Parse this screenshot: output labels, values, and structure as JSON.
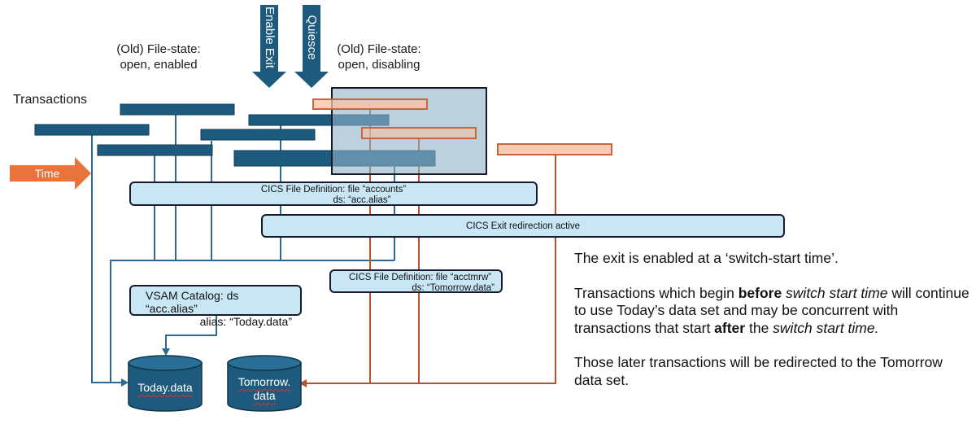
{
  "labels": {
    "transactions": "Transactions",
    "time": "Time",
    "old_state_enabled_1": "(Old) File-state:",
    "old_state_enabled_2": "open, enabled",
    "old_state_disabling_1": "(Old) File-state:",
    "old_state_disabling_2": "open, disabling",
    "enable_exit": "Enable Exit",
    "quiesce": "Quiesce"
  },
  "boxes": {
    "cics_def_accounts_1": "CICS File Definition: file “accounts”",
    "cics_def_accounts_2": "ds: “acc.alias”",
    "cics_exit": "CICS Exit redirection active",
    "cics_def_acctmrw_1": "CICS File Definition: file “acctmrw”",
    "cics_def_acctmrw_2": "ds: “Tomorrow.data”",
    "vsam_catalog_1": "VSAM Catalog: ds “acc.alias”",
    "vsam_catalog_2": "alias: “Today.data”"
  },
  "datasets": {
    "today": "Today.data",
    "tomorrow_1": "Tomorrow.",
    "tomorrow_2": "data"
  },
  "explanation": {
    "p1": "The exit is enabled at a ‘switch-start time’.",
    "p2_a": "Transactions which begin ",
    "p2_b": "before",
    "p2_c": " ",
    "p2_d": "switch start time",
    "p2_e": " will continue to use Today’s data set and may be concurrent with transactions that start ",
    "p2_f": "after",
    "p2_g": " the ",
    "p2_h": "switch start time.",
    "p3": "Those later transactions will be redirected to the Tomorrow data set."
  },
  "colors": {
    "dark_blue": "#1e5a7d",
    "orange": "#e8743b",
    "orange_light": "#f9cbb0",
    "orange_line": "#b5532a",
    "box_fill": "#c9e6f5",
    "highlight": "#9fbfd1"
  }
}
